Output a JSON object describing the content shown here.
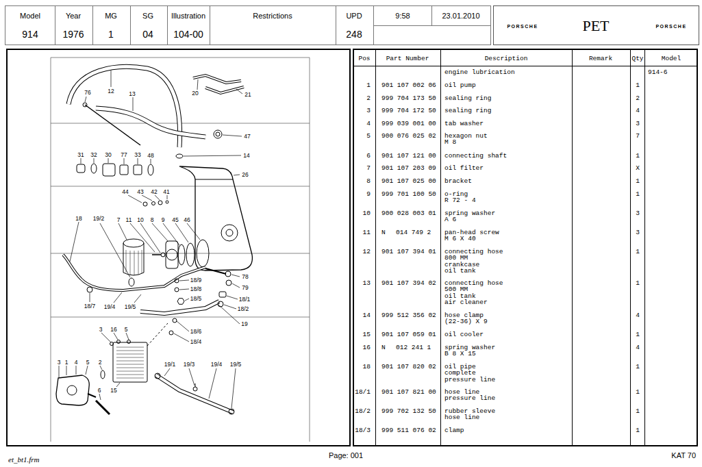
{
  "diagram": {
    "labels": [
      "Model",
      "Year",
      "MG",
      "SG",
      "Illustration",
      "Restrictions",
      "UPD",
      "9:58",
      "23.01.2010",
      "914",
      "1976",
      "1",
      "04",
      "104-00",
      "248",
      "PORSCHE",
      "PET",
      "PORSCHE",
      "Pos",
      "Part Number",
      "Description",
      "Remark",
      "Qty",
      "Model",
      "engine lubrication",
      "914-6",
      "1",
      "901 107 002 06",
      "oil pump",
      "1",
      "2",
      "999 704 173 50",
      "sealing ring",
      "2",
      "3",
      "999 704 172 50",
      "sealing ring",
      "4",
      "4",
      "999 039 001 00",
      "tab washer",
      "3",
      "5",
      "900 076 025 02",
      "hexagon nut",
      "M 8",
      "7",
      "6",
      "901 107 121 00",
      "connecting shaft",
      "1",
      "7",
      "901 107 203 09",
      "oil filter",
      "X",
      "8",
      "901 107 025 00",
      "bracket",
      "1",
      "9",
      "999 701 100 50",
      "o-ring",
      "R 72 - 4",
      "1",
      "10",
      "900 028 003 01",
      "spring washer",
      "A 6",
      "3",
      "11",
      "N",
      "014 749 2",
      "pan-head screw",
      "M 6 X 40",
      "3",
      "12",
      "901 107 394 01",
      "connecting hose",
      "800 MM",
      "crankcase",
      "oil tank",
      "1",
      "13",
      "901 107 394 02",
      "connecting hose",
      "500 MM",
      "oil tank",
      "air cleaner",
      "1",
      "14",
      "999 512 356 02",
      "hose clamp",
      "(22-36) X 9",
      "4",
      "15",
      "901 107 059 01",
      "oil cooler",
      "1",
      "16",
      "N",
      "012 241 1",
      "spring washer",
      "B 8 X 15",
      "4",
      "18",
      "901 107 820 02",
      "oil pipe",
      "complete",
      "pressure line",
      "1",
      "18/1",
      "901 107 821 00",
      "hose line",
      "pressure line",
      "1",
      "18/2",
      "999 702 132 50",
      "rubber sleeve",
      "hose line",
      "1",
      "18/3",
      "999 511 076 02",
      "clamp",
      "1",
      "76",
      "12",
      "13",
      "20",
      "21",
      "47",
      "14",
      "31",
      "32",
      "30",
      "77",
      "33",
      "48",
      "26",
      "44",
      "43",
      "42",
      "41",
      "18",
      "19/2",
      "7",
      "11",
      "10",
      "8",
      "9",
      "45",
      "46",
      "78",
      "18/9",
      "79",
      "18/8",
      "18/5",
      "18/1",
      "18/2",
      "18/7",
      "19/4",
      "19/5",
      "19",
      "18/6",
      "18/4",
      "3",
      "16",
      "5",
      "3",
      "1",
      "4",
      "5",
      "2",
      "19/1",
      "19/3",
      "19/4",
      "19/5",
      "6",
      "15",
      "et_bt1.frm",
      "Page: 001",
      "KAT 70"
    ]
  }
}
